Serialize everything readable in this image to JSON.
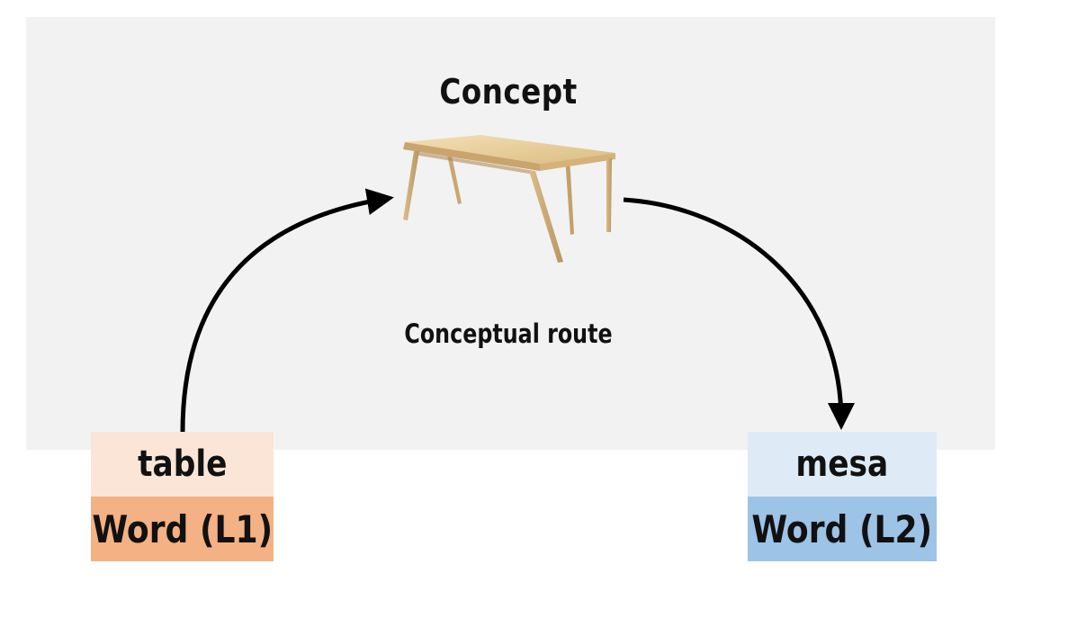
{
  "concept": {
    "title": "Concept",
    "illustration": "wooden-table-image"
  },
  "route": {
    "label": "Conceptual route"
  },
  "word_l1": {
    "word": "table",
    "label": "Word (L1)",
    "top_color": "#fbe5d6",
    "bottom_color": "#f4b183"
  },
  "word_l2": {
    "word": "mesa",
    "label": "Word (L2)",
    "top_color": "#deebf7",
    "bottom_color": "#9dc3e6"
  },
  "colors": {
    "panel_background": "#f2f2f2",
    "arrow": "#000000"
  }
}
